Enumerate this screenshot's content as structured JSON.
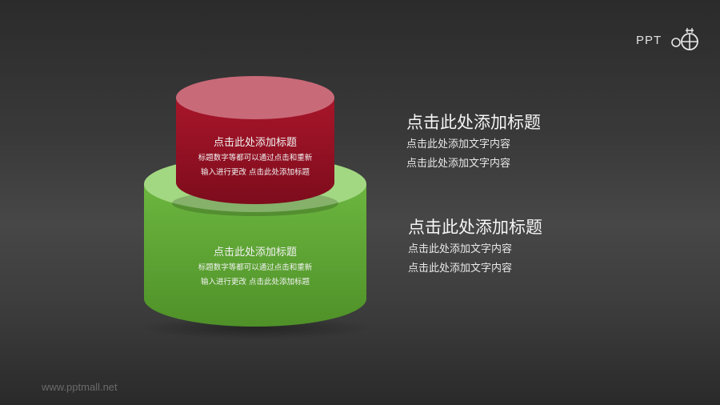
{
  "logo": {
    "text": "PPT",
    "icon": "globe-plus-icon"
  },
  "watermark": "www.pptmall.net",
  "colors": {
    "red_top": "#c9697a",
    "red_body": "#9e1326",
    "green_top": "#9fd57f",
    "green_body": "#5ea534",
    "background": "#3a3a3a"
  },
  "cylinders": [
    {
      "name": "top-red",
      "title": "点击此处添加标题",
      "lines": [
        "标题数字等都可以通过点击和重新",
        "输入进行更改 点击此处添加标题"
      ]
    },
    {
      "name": "bottom-green",
      "title": "点击此处添加标题",
      "lines": [
        "标题数字等都可以通过点击和重新",
        "输入进行更改 点击此处添加标题"
      ]
    }
  ],
  "sections": [
    {
      "title": "点击此处添加标题",
      "lines": [
        "点击此处添加文字内容",
        "点击此处添加文字内容"
      ]
    },
    {
      "title": "点击此处添加标题",
      "lines": [
        "点击此处添加文字内容",
        "点击此处添加文字内容"
      ]
    }
  ]
}
